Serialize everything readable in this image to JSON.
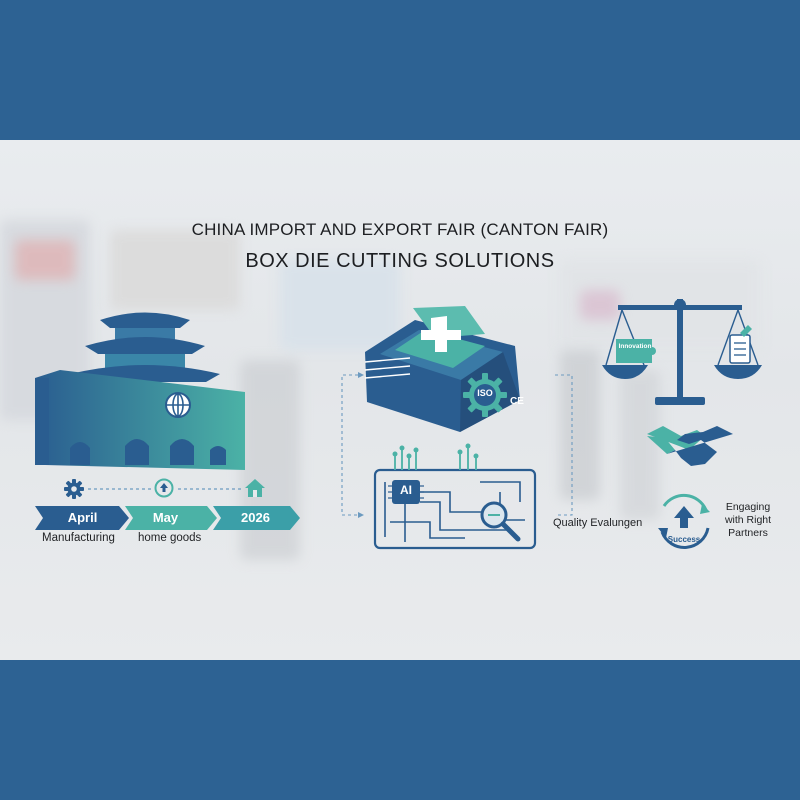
{
  "header": {
    "title": "CHINA IMPORT AND EXPORT FAIR (CANTON FAIR)",
    "subtitle": "BOX DIE CUTTING SOLUTIONS"
  },
  "timeline": [
    {
      "label": "April",
      "caption": "Manufacturing",
      "icon": "gear-icon"
    },
    {
      "label": "May",
      "caption": "home goods",
      "icon": "upload-icon"
    },
    {
      "label": "2026",
      "caption": "",
      "icon": "home-icon"
    }
  ],
  "machine": {
    "badge": "ISO",
    "mark": "CE"
  },
  "circuit": {
    "chip_label": "AI"
  },
  "scale": {
    "left_label": "Innovation"
  },
  "captions": {
    "quality": "Quality Evalungen",
    "success": "Success",
    "engaging": "Engaging with Right Partners"
  },
  "colors": {
    "band": "#2d6293",
    "navy": "#2a5d90",
    "teal": "#4bb2a6",
    "panel": "#e8ebee"
  }
}
